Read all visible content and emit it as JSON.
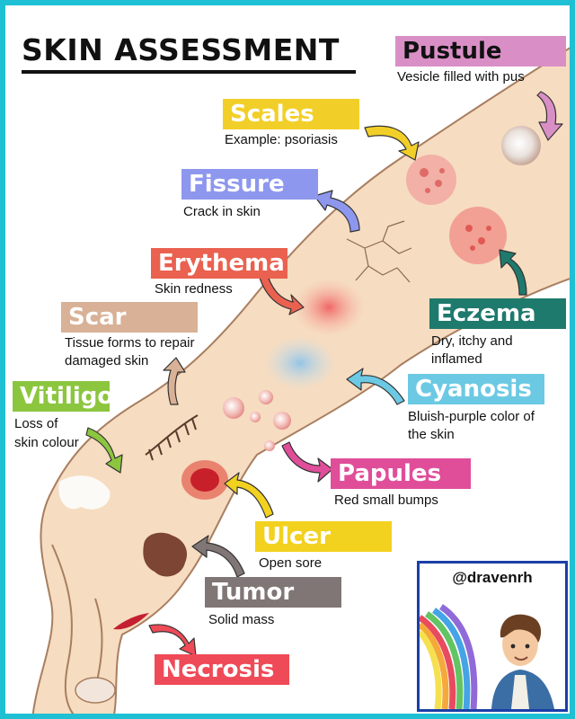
{
  "title": "SKIN ASSESSMENT",
  "credit": {
    "handle": "@dravenrh"
  },
  "colors": {
    "border": "#1fc0d4",
    "skin": "#f6dcc0",
    "pustule": "#d98fc6",
    "scales": "#f2cf28",
    "fissure": "#8e97ee",
    "erythema": "#ea6150",
    "scar": "#d8b196",
    "vitiligo": "#8cc63f",
    "eczema": "#1e7a6c",
    "cyanosis": "#6cc9e3",
    "papules": "#e04e9a",
    "ulcer": "#f2d11f",
    "tumor": "#7f7675",
    "necrosis": "#ef4a57"
  },
  "terms": {
    "pustule": {
      "label": "Pustule",
      "desc": "Vesicle filled with pus"
    },
    "scales": {
      "label": "Scales",
      "desc": "Example: psoriasis"
    },
    "fissure": {
      "label": "Fissure",
      "desc": "Crack in skin"
    },
    "erythema": {
      "label": "Erythema",
      "desc": "Skin redness"
    },
    "scar": {
      "label": "Scar",
      "desc1": "Tissue forms to repair",
      "desc2": "damaged skin"
    },
    "vitiligo": {
      "label": "Vitiligo",
      "desc1": "Loss of",
      "desc2": "skin colour"
    },
    "eczema": {
      "label": "Eczema",
      "desc1": "Dry, itchy and",
      "desc2": "inflamed"
    },
    "cyanosis": {
      "label": "Cyanosis",
      "desc1": "Bluish-purple color of",
      "desc2": "the skin"
    },
    "papules": {
      "label": "Papules",
      "desc": "Red small bumps"
    },
    "ulcer": {
      "label": "Ulcer",
      "desc": "Open sore"
    },
    "tumor": {
      "label": "Tumor",
      "desc": "Solid mass"
    },
    "necrosis": {
      "label": "Necrosis"
    }
  }
}
